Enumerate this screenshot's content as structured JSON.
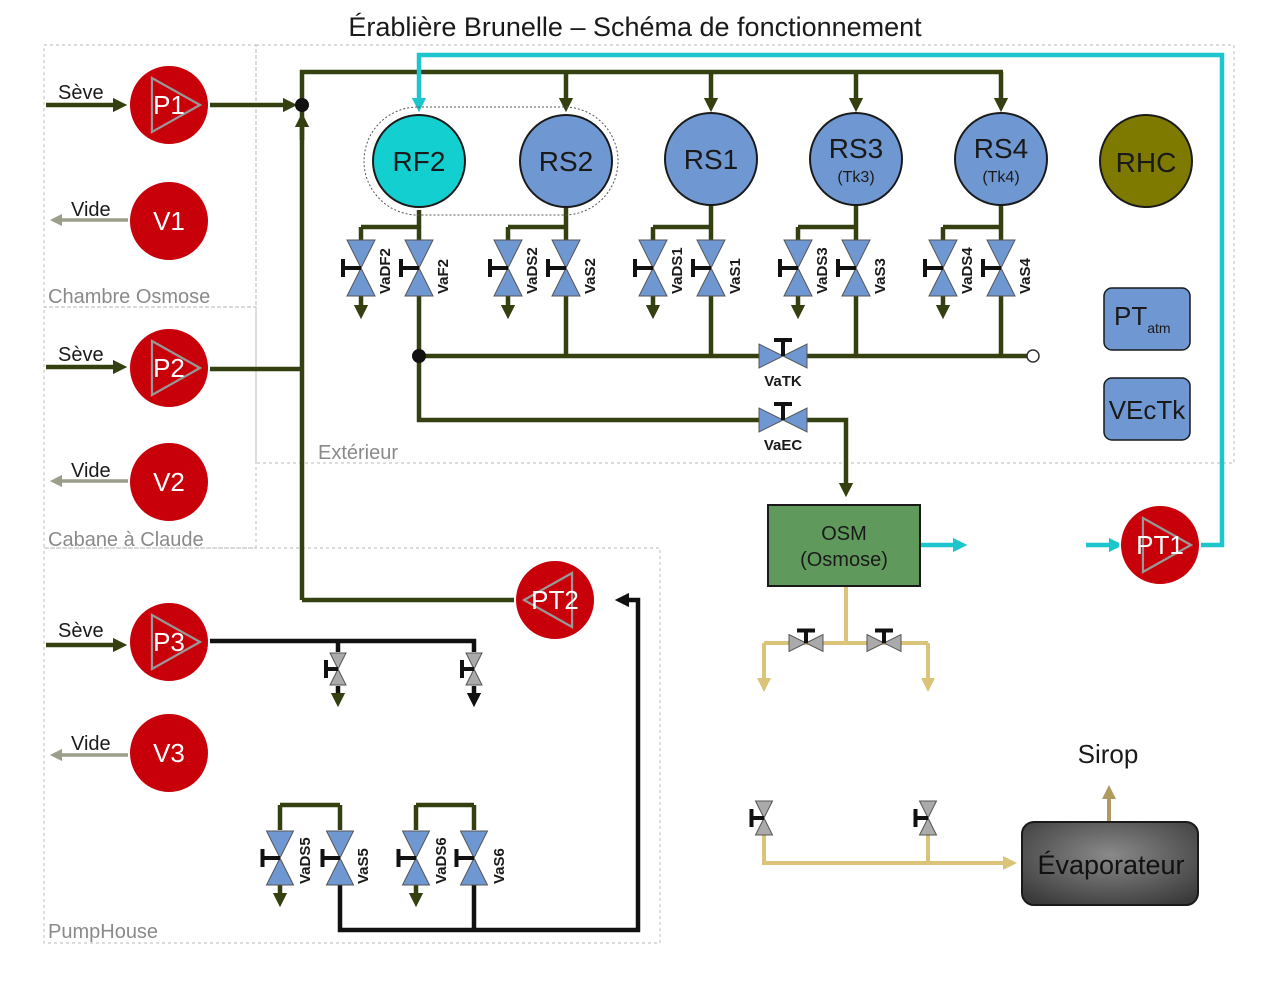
{
  "title": "Érablière Brunelle – Schéma de fonctionnement",
  "zones": {
    "chambre_osmose": "Chambre Osmose",
    "cabane": "Cabane à Claude",
    "pumphouse": "PumpHouse",
    "exterieur": "Extérieur"
  },
  "flows": {
    "seve": "Sève",
    "vide": "Vide",
    "sirop": "Sirop"
  },
  "pumps": {
    "p1": "P1",
    "p2": "P2",
    "p3": "P3",
    "v1": "V1",
    "v2": "V2",
    "v3": "V3",
    "pt1": "PT1",
    "pt2": "PT2"
  },
  "tanks": {
    "rf2": "RF2",
    "rs2": "RS2",
    "rs1": "RS1",
    "rs3": "RS3",
    "rs3_sub": "(Tk3)",
    "rs4": "RS4",
    "rs4_sub": "(Tk4)",
    "rhc": "RHC"
  },
  "sensors": {
    "pt_main": "PT",
    "pt_sub": "atm",
    "vectk": "VEcTk"
  },
  "valves": {
    "vadf2": "VaDF2",
    "vaf2": "VaF2",
    "vads2": "VaDS2",
    "vas2": "VaS2",
    "vads1": "VaDS1",
    "vas1": "VaS1",
    "vads3": "VaDS3",
    "vas3": "VaS3",
    "vads4": "VaDS4",
    "vas4": "VaS4",
    "vatk": "VaTK",
    "vaec": "VaEC",
    "vads5": "VaDS5",
    "vas5": "VaS5",
    "vads6": "VaDS6",
    "vas6": "VaS6"
  },
  "osmose": {
    "line1": "OSM",
    "line2": "(Osmose)"
  },
  "evaporateur": "Évaporateur",
  "colors": {
    "sap_pipe": "#344010",
    "pumphouse_pipe": "#111111",
    "permeate_pipe": "#1cc6cc",
    "concentrate_pipe": "#dcc37a",
    "pump": "#c8000a",
    "tank_blue": "#6f98d2",
    "tank_cyan": "#14cfcf",
    "tank_olive": "#7e7a00",
    "osmose_box": "#5f9a5c",
    "valve_blue": "#6f98d2",
    "valve_grey": "#aaaaaa"
  }
}
